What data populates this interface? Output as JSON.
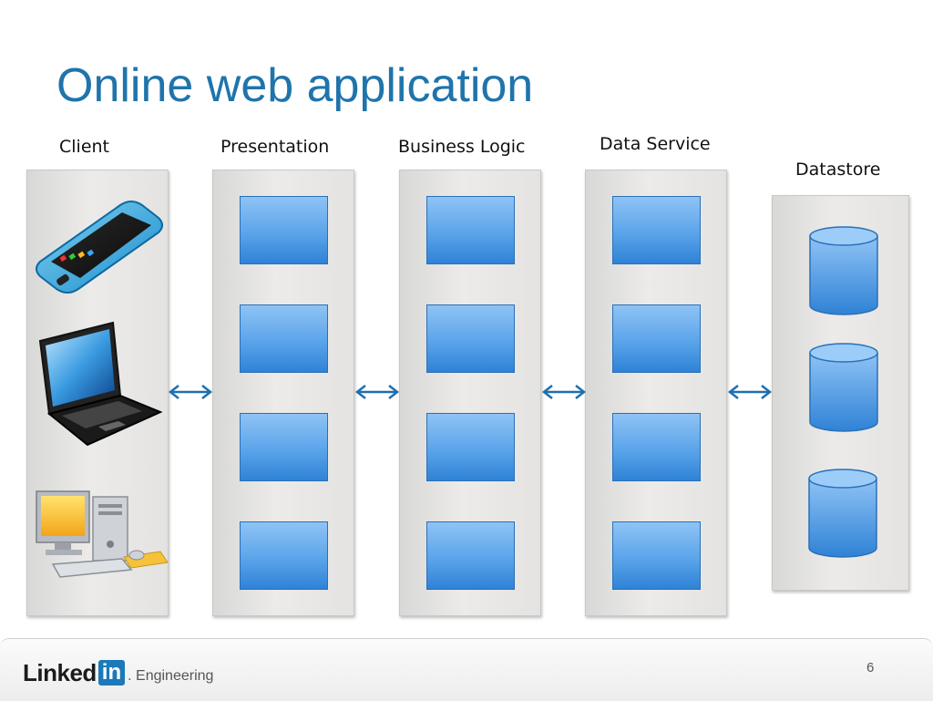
{
  "slide": {
    "title": "Online web application",
    "page_number": "6"
  },
  "columns": [
    {
      "label": "Client",
      "icons": [
        "smartphone-icon",
        "laptop-icon",
        "desktop-computer-icon"
      ]
    },
    {
      "label": "Presentation",
      "component_count": 4
    },
    {
      "label": "Business Logic",
      "component_count": 4
    },
    {
      "label": "Data Service",
      "component_count": 4
    },
    {
      "label": "Datastore",
      "database_count": 3
    }
  ],
  "connections": [
    "bidirectional",
    "bidirectional",
    "bidirectional",
    "bidirectional"
  ],
  "footer": {
    "brand_text": "Linked",
    "brand_box": "in",
    "brand_suffix": ". Engineering"
  },
  "colors": {
    "title": "#1f74ab",
    "component_fill": "#5aa4ea",
    "arrow": "#1f6fae",
    "brand_blue": "#1c7ab8"
  }
}
